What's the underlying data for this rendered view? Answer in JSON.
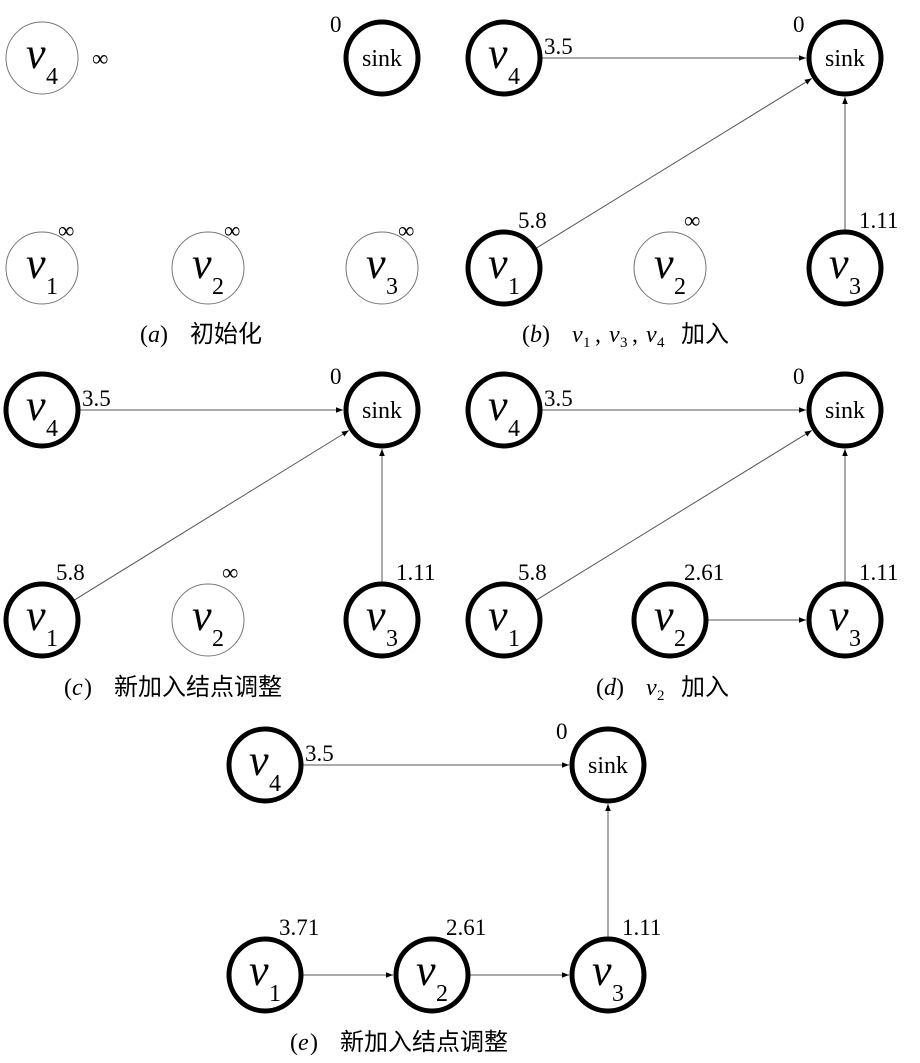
{
  "colors": {
    "stroke": "#000000",
    "edge": "#555555",
    "background": "#ffffff"
  },
  "panels": [
    {
      "id": "a",
      "caption": {
        "open": "(",
        "letter": "a",
        "close": ")",
        "text": "初始化"
      },
      "nodes": [
        {
          "id": "v4",
          "var": "v",
          "sub": "4",
          "weight": "∞",
          "active": false
        },
        {
          "id": "sink",
          "label": "sink",
          "weight": "0",
          "active": true
        },
        {
          "id": "v1",
          "var": "v",
          "sub": "1",
          "weight": "∞",
          "active": false
        },
        {
          "id": "v2",
          "var": "v",
          "sub": "2",
          "weight": "∞",
          "active": false
        },
        {
          "id": "v3",
          "var": "v",
          "sub": "3",
          "weight": "∞",
          "active": false
        }
      ],
      "edges": []
    },
    {
      "id": "b",
      "caption": {
        "open": "(",
        "letter": "b",
        "close": ")",
        "vars": [
          {
            "var": "v",
            "sub": "1"
          },
          {
            "var": "v",
            "sub": "3"
          },
          {
            "var": "v",
            "sub": "4"
          }
        ],
        "sep": ",",
        "text": "加入"
      },
      "nodes": [
        {
          "id": "v4",
          "var": "v",
          "sub": "4",
          "weight": "3.5",
          "active": true
        },
        {
          "id": "sink",
          "label": "sink",
          "weight": "0",
          "active": true
        },
        {
          "id": "v1",
          "var": "v",
          "sub": "1",
          "weight": "5.8",
          "active": true
        },
        {
          "id": "v2",
          "var": "v",
          "sub": "2",
          "weight": "∞",
          "active": false
        },
        {
          "id": "v3",
          "var": "v",
          "sub": "3",
          "weight": "1.11",
          "active": true
        }
      ],
      "edges": [
        [
          "v4",
          "sink"
        ],
        [
          "v1",
          "sink"
        ],
        [
          "v3",
          "sink"
        ]
      ]
    },
    {
      "id": "c",
      "caption": {
        "open": "(",
        "letter": "c",
        "close": ")",
        "text": "新加入结点调整"
      },
      "nodes": [
        {
          "id": "v4",
          "var": "v",
          "sub": "4",
          "weight": "3.5",
          "active": true
        },
        {
          "id": "sink",
          "label": "sink",
          "weight": "0",
          "active": true
        },
        {
          "id": "v1",
          "var": "v",
          "sub": "1",
          "weight": "5.8",
          "active": true
        },
        {
          "id": "v2",
          "var": "v",
          "sub": "2",
          "weight": "∞",
          "active": false
        },
        {
          "id": "v3",
          "var": "v",
          "sub": "3",
          "weight": "1.11",
          "active": true
        }
      ],
      "edges": [
        [
          "v4",
          "sink"
        ],
        [
          "v1",
          "sink"
        ],
        [
          "v3",
          "sink"
        ]
      ]
    },
    {
      "id": "d",
      "caption": {
        "open": "(",
        "letter": "d",
        "close": ")",
        "vars": [
          {
            "var": "v",
            "sub": "2"
          }
        ],
        "text": "加入"
      },
      "nodes": [
        {
          "id": "v4",
          "var": "v",
          "sub": "4",
          "weight": "3.5",
          "active": true
        },
        {
          "id": "sink",
          "label": "sink",
          "weight": "0",
          "active": true
        },
        {
          "id": "v1",
          "var": "v",
          "sub": "1",
          "weight": "5.8",
          "active": true
        },
        {
          "id": "v2",
          "var": "v",
          "sub": "2",
          "weight": "2.61",
          "active": true
        },
        {
          "id": "v3",
          "var": "v",
          "sub": "3",
          "weight": "1.11",
          "active": true
        }
      ],
      "edges": [
        [
          "v4",
          "sink"
        ],
        [
          "v1",
          "sink"
        ],
        [
          "v3",
          "sink"
        ],
        [
          "v2",
          "v3"
        ]
      ]
    },
    {
      "id": "e",
      "caption": {
        "open": "(",
        "letter": "e",
        "close": ")",
        "text": "新加入结点调整"
      },
      "nodes": [
        {
          "id": "v4",
          "var": "v",
          "sub": "4",
          "weight": "3.5",
          "active": true
        },
        {
          "id": "sink",
          "label": "sink",
          "weight": "0",
          "active": true
        },
        {
          "id": "v1",
          "var": "v",
          "sub": "1",
          "weight": "3.71",
          "active": true
        },
        {
          "id": "v2",
          "var": "v",
          "sub": "2",
          "weight": "2.61",
          "active": true
        },
        {
          "id": "v3",
          "var": "v",
          "sub": "3",
          "weight": "1.11",
          "active": true
        }
      ],
      "edges": [
        [
          "v4",
          "sink"
        ],
        [
          "v1",
          "v2"
        ],
        [
          "v2",
          "v3"
        ],
        [
          "v3",
          "sink"
        ]
      ]
    }
  ]
}
